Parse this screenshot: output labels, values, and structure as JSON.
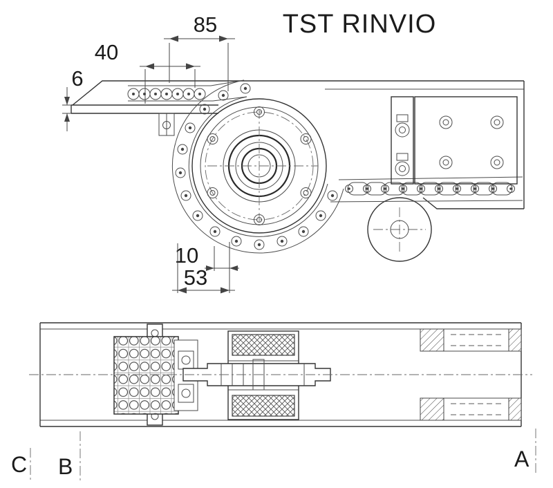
{
  "title": "TST RINVIO",
  "dimensions": {
    "d85": "85",
    "d40": "40",
    "d6": "6",
    "d10": "10",
    "d53": "53"
  },
  "section_markers": {
    "a": "A",
    "b": "B",
    "c": "C"
  },
  "colors": {
    "line": "#333333",
    "background": "#ffffff"
  }
}
